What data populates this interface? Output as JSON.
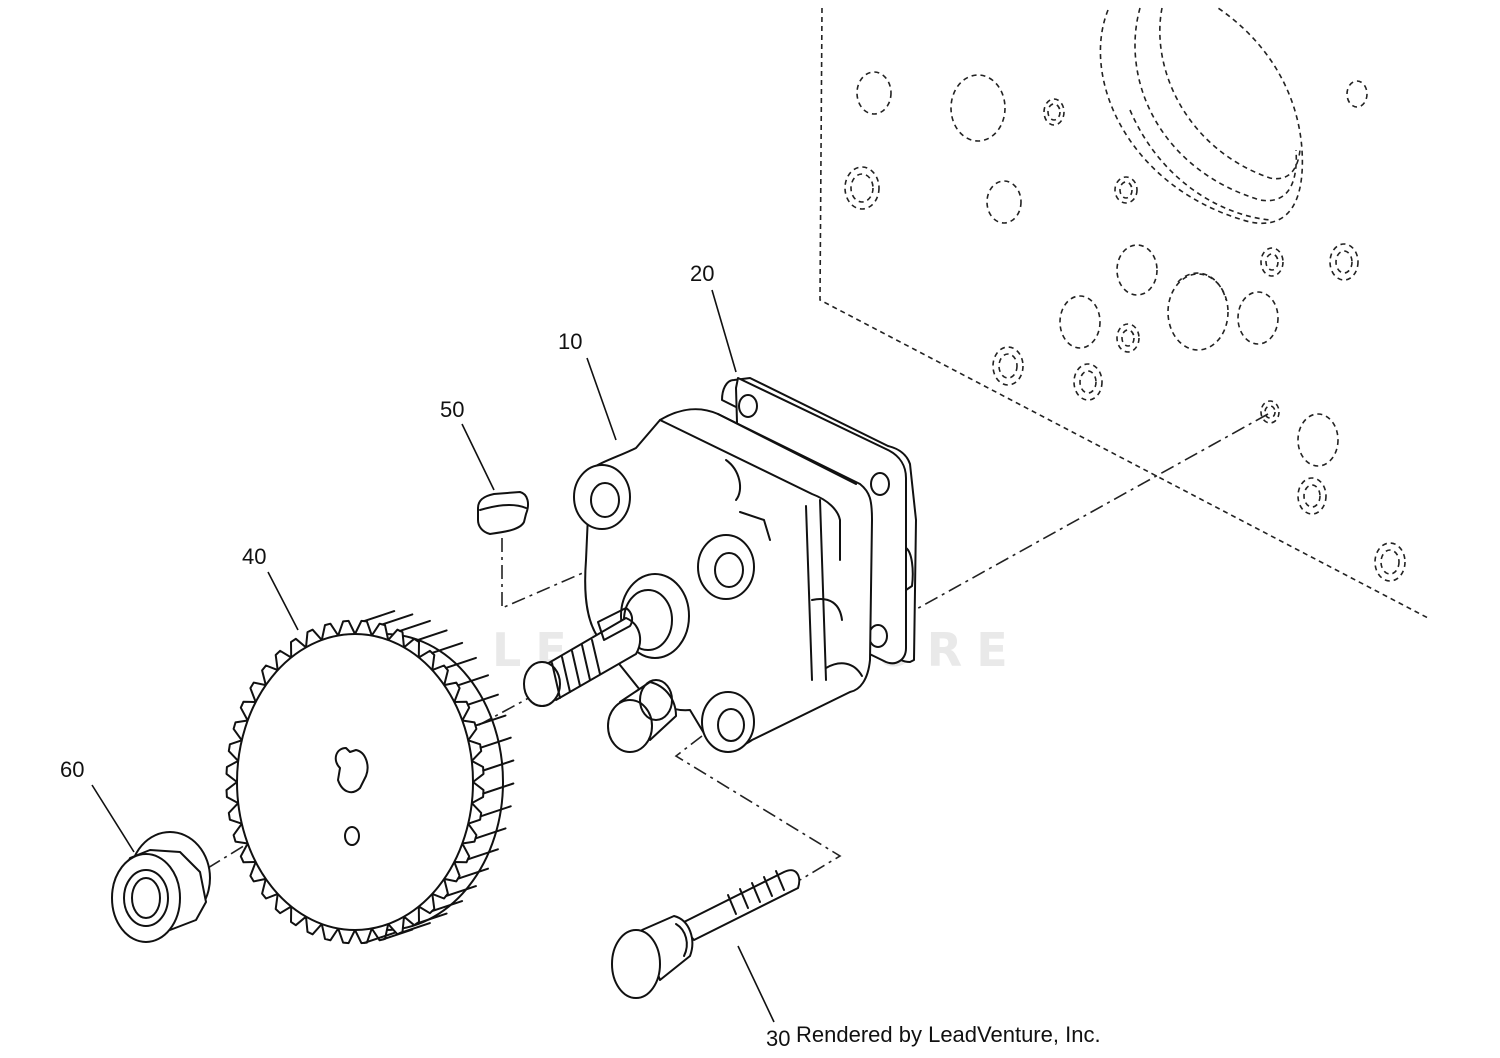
{
  "watermark": {
    "text": "LEADVENTURE"
  },
  "credit": {
    "text": "Rendered by LeadVenture, Inc."
  },
  "callouts": {
    "c10": "10",
    "c20": "20",
    "c30": "30",
    "c40": "40",
    "c50": "50",
    "c60": "60"
  }
}
